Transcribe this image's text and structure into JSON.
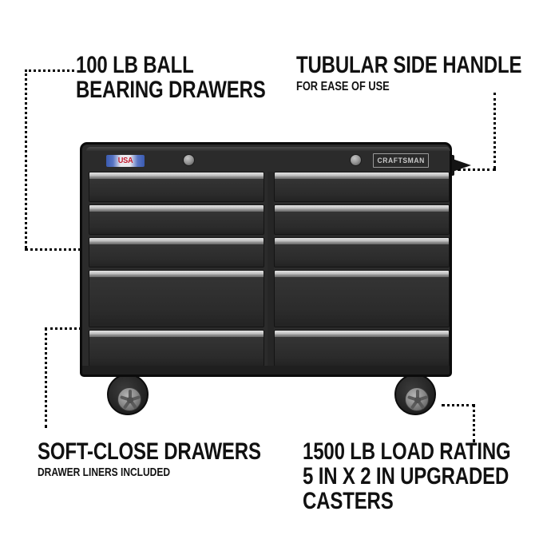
{
  "background_color": "#ffffff",
  "callouts": [
    {
      "id": "ball-bearing",
      "headline_line1": "100 LB BALL",
      "headline_line2": "BEARING DRAWERS",
      "subline": ""
    },
    {
      "id": "side-handle",
      "headline_line1": "TUBULAR SIDE HANDLE",
      "headline_line2": "",
      "subline": "FOR EASE OF USE"
    },
    {
      "id": "soft-close",
      "headline_line1": "SOFT-CLOSE DRAWERS",
      "headline_line2": "",
      "subline": "DRAWER LINERS INCLUDED"
    },
    {
      "id": "load-rating",
      "headline_line1": "1500 LB LOAD RATING",
      "headline_line2": "5 IN X 2 IN UPGRADED",
      "headline_line3": "CASTERS",
      "subline": ""
    }
  ],
  "product": {
    "brand_badge": "CRAFTSMAN",
    "origin_badge": "USA",
    "body_color": "#2b2b2b",
    "handle_color": "#c4c4c4",
    "outline_color": "#0b0b0b",
    "drawers": {
      "columns": 2,
      "per_column": 5,
      "left_column_heights": [
        38,
        38,
        38,
        72,
        88
      ],
      "right_column_heights": [
        38,
        38,
        38,
        72,
        88
      ]
    },
    "locks": [
      "lock-left",
      "lock-right"
    ],
    "casters": [
      "caster-left",
      "caster-right"
    ],
    "side_handle": "tubular-side-handle"
  },
  "icons": {
    "usa_badge": "usa-flag-badge-icon",
    "lock": "lock-cylinder-icon",
    "caster": "caster-wheel-icon",
    "side_handle": "side-handle-icon"
  }
}
